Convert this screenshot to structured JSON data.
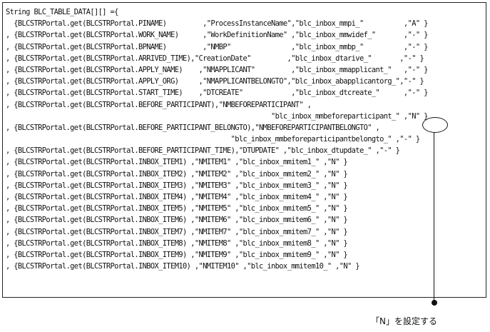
{
  "code": {
    "lines": [
      "String BLC_TABLE_DATA[][] ={",
      "  {BLCSTRPortal.get(BLCSTRPortal.PINAME)         ,\"ProcessInstanceName\",\"blc_inbox_mmpi_\"          ,\"A\" }",
      ", {BLCSTRPortal.get(BLCSTRPortal.WORK_NAME)      ,\"WorkDefinitionName\" ,\"blc_inbox_mmwidef_\"       ,\"-\" }",
      ", {BLCSTRPortal.get(BLCSTRPortal.BPNAME)         ,\"NMBP\"               ,\"blc_inbox_mmbp_\"          ,\"-\" }",
      ", {BLCSTRPortal.get(BLCSTRPortal.ARRIVED_TIME),\"CreationDate\"         ,\"blc_inbox_dtarive_\"       ,\"-\" }",
      ", {BLCSTRPortal.get(BLCSTRPortal.APPLY_NAME)    ,\"NMAPPLICANT\"         ,\"blc_inbox_mmapplicant_\"   ,\"-\" }",
      ", {BLCSTRPortal.get(BLCSTRPortal.APPLY_ORG)     ,\"NMAPPLICANTBELONGTO\",\"blc_inbox_abapplicantorg_\",\"-\" }",
      ", {BLCSTRPortal.get(BLCSTRPortal.START_TIME)    ,\"DTCREATE\"            ,\"blc_inbox_dtcreate_\"      ,\"-\" }",
      ", {BLCSTRPortal.get(BLCSTRPortal.BEFORE_PARTICIPANT),\"NMBEFOREPARTICIPANT\" ,",
      "                                                                  \"blc_inbox_mmbeforeparticipant_\" ,\"N\" }",
      ", {BLCSTRPortal.get(BLCSTRPortal.BEFORE_PARTICIPANT_BELONGTO),\"NMBEFOREPARTICIPANTBELONGTO\" ,",
      "                                                        \"blc_inbox_mmbeforeparticipantbelongto_\" ,\"-\" }",
      ", {BLCSTRPortal.get(BLCSTRPortal.BEFORE_PARTICIPANT_TIME),\"DTUPDATE\" ,\"blc_inbox_dtupdate_\" ,\"-\" }",
      ", {BLCSTRPortal.get(BLCSTRPortal.INBOX_ITEM1) ,\"NMITEM1\" ,\"blc_inbox_mmitem1_\" ,\"N\" }",
      ", {BLCSTRPortal.get(BLCSTRPortal.INBOX_ITEM2) ,\"NMITEM2\" ,\"blc_inbox_mmitem2_\" ,\"N\" }",
      ", {BLCSTRPortal.get(BLCSTRPortal.INBOX_ITEM3) ,\"NMITEM3\" ,\"blc_inbox_mmitem3_\" ,\"N\" }",
      ", {BLCSTRPortal.get(BLCSTRPortal.INBOX_ITEM4) ,\"NMITEM4\" ,\"blc_inbox_mmitem4_\" ,\"N\" }",
      ", {BLCSTRPortal.get(BLCSTRPortal.INBOX_ITEM5) ,\"NMITEM5\" ,\"blc_inbox_mmitem5_\" ,\"N\" }",
      ", {BLCSTRPortal.get(BLCSTRPortal.INBOX_ITEM6) ,\"NMITEM6\" ,\"blc_inbox_mmitem6_\" ,\"N\" }",
      ", {BLCSTRPortal.get(BLCSTRPortal.INBOX_ITEM7) ,\"NMITEM7\" ,\"blc_inbox_mmitem7_\" ,\"N\" }",
      ", {BLCSTRPortal.get(BLCSTRPortal.INBOX_ITEM8) ,\"NMITEM8\" ,\"blc_inbox_mmitem8_\" ,\"N\" }",
      ", {BLCSTRPortal.get(BLCSTRPortal.INBOX_ITEM9) ,\"NMITEM9\" ,\"blc_inbox_mmitem9_\" ,\"N\" }",
      ", {BLCSTRPortal.get(BLCSTRPortal.INBOX_ITEM10) ,\"NMITEM10\" ,\"blc_inbox_mmitem10_\" ,\"N\" }"
    ]
  },
  "callout": {
    "label": "「N」を設定する"
  }
}
